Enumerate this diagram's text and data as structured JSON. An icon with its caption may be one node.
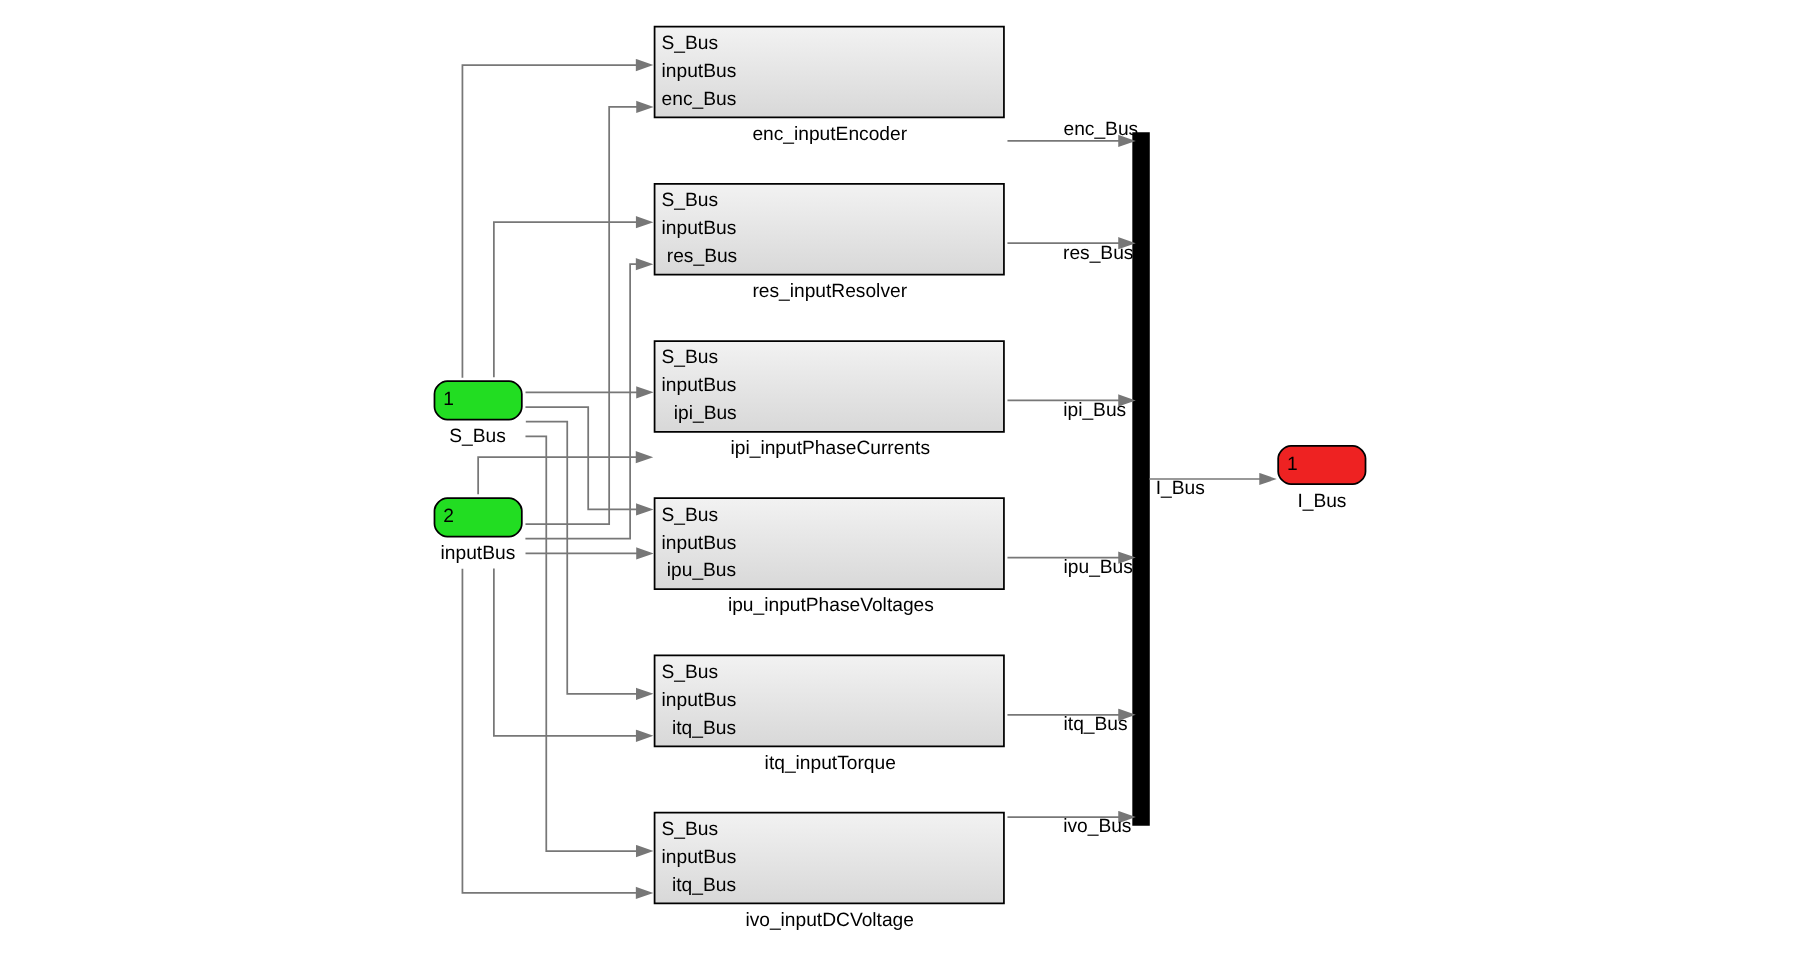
{
  "diagram": {
    "nodes": [
      {
        "text": [
          "1"
        ],
        "beside": [
          "S_Bus"
        ]
      },
      {
        "text": [
          "2"
        ],
        "beside": [
          "inputBus"
        ]
      },
      {
        "text": [
          "S_Bus",
          "inputBus",
          "enc_Bus"
        ],
        "beside": [
          "enc_inputEncoder"
        ]
      },
      {
        "text": [
          "S_Bus",
          "inputBus",
          "res_Bus"
        ],
        "beside": [
          "res_inputResolver"
        ]
      },
      {
        "text": [
          "S_Bus",
          "inputBus",
          "ipi_Bus"
        ],
        "beside": [
          "ipi_inputPhaseCurrents"
        ]
      },
      {
        "text": [
          "S_Bus",
          "inputBus",
          "ipu_Bus"
        ],
        "beside": [
          "ipu_inputPhaseVoltages"
        ]
      },
      {
        "text": [
          "S_Bus",
          "inputBus",
          "itq_Bus"
        ],
        "beside": [
          "itq_inputTorque"
        ]
      },
      {
        "text": [
          "S_Bus",
          "inputBus",
          "itq_Bus"
        ],
        "beside": [
          "ivo_inputDCVoltage"
        ]
      },
      {
        "text": [],
        "shape": "bar"
      },
      {
        "text": [
          "1"
        ],
        "beside": [
          "I_Bus"
        ]
      }
    ],
    "edges": [
      {
        "from": 0,
        "to": 2,
        "arrow": "to"
      },
      {
        "from": 0,
        "to": 3,
        "arrow": "to"
      },
      {
        "from": 0,
        "to": 4,
        "arrow": "to"
      },
      {
        "from": 0,
        "to": 5,
        "arrow": "to"
      },
      {
        "from": 0,
        "to": 6,
        "arrow": "to"
      },
      {
        "from": 0,
        "to": 7,
        "arrow": "to"
      },
      {
        "from": 1,
        "to": 2,
        "arrow": "to"
      },
      {
        "from": 1,
        "to": 3,
        "arrow": "to"
      },
      {
        "from": 1,
        "to": 4,
        "arrow": "to"
      },
      {
        "from": 1,
        "to": 5,
        "arrow": "to"
      },
      {
        "from": 1,
        "to": 6,
        "arrow": "to"
      },
      {
        "from": 1,
        "to": 7,
        "arrow": "to"
      },
      {
        "from": 2,
        "to": 8,
        "arrow": "to",
        "label": "enc_Bus"
      },
      {
        "from": 3,
        "to": 8,
        "arrow": "to",
        "label": "res_Bus"
      },
      {
        "from": 4,
        "to": 8,
        "arrow": "to",
        "label": "ipi_Bus"
      },
      {
        "from": 5,
        "to": 8,
        "arrow": "to",
        "label": "ipu_Bus"
      },
      {
        "from": 6,
        "to": 8,
        "arrow": "to",
        "label": "itq_Bus"
      },
      {
        "from": 7,
        "to": 8,
        "arrow": "to",
        "label": "ivo_Bus"
      },
      {
        "from": 8,
        "to": 9,
        "arrow": "to",
        "label": "I_Bus"
      }
    ]
  }
}
